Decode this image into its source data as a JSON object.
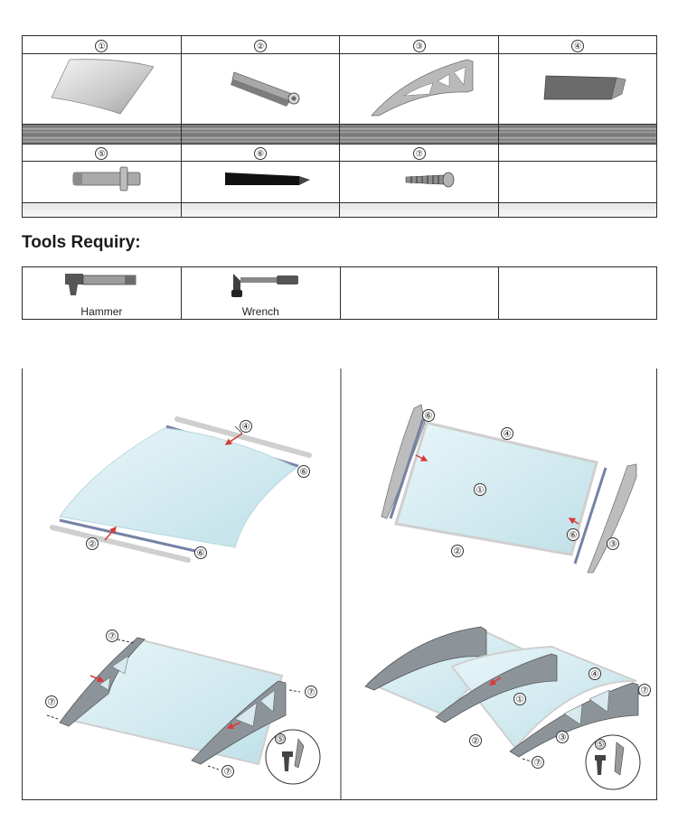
{
  "parts": [
    {
      "label": "①",
      "icon": "polycarbonate-sheet-icon"
    },
    {
      "label": "②",
      "icon": "front-rail-icon"
    },
    {
      "label": "③",
      "icon": "bracket-arm-icon"
    },
    {
      "label": "④",
      "icon": "wall-rail-icon"
    },
    {
      "label": "⑤",
      "icon": "wall-anchor-icon"
    },
    {
      "label": "⑥",
      "icon": "seal-strip-icon"
    },
    {
      "label": "⑦",
      "icon": "screw-icon"
    }
  ],
  "tools": {
    "title": "Tools Requiry:",
    "items": [
      {
        "label": "Hammer",
        "icon": "hammer-icon"
      },
      {
        "label": "Wrench",
        "icon": "wrench-icon"
      }
    ]
  },
  "steps": {
    "s1": {
      "c4": "④",
      "c6a": "⑥",
      "c2": "②",
      "c6b": "⑥"
    },
    "s2": {
      "c6a": "⑥",
      "c4": "④",
      "c1": "①",
      "c6b": "⑥",
      "c2": "②",
      "c3": "③"
    },
    "s3": {
      "c7a": "⑦",
      "c7b": "⑦",
      "c7c": "⑦",
      "c7d": "⑦",
      "c5": "⑤"
    },
    "s4": {
      "c4": "④",
      "c7a": "⑦",
      "c1": "①",
      "c2": "②",
      "c3": "③",
      "c7b": "⑦",
      "c5": "⑤"
    }
  },
  "colors": {
    "panel": "#cfe9ef",
    "frame": "#9aa0a6",
    "arrow": "#d83a3a",
    "seal": "#6f7fa8"
  }
}
